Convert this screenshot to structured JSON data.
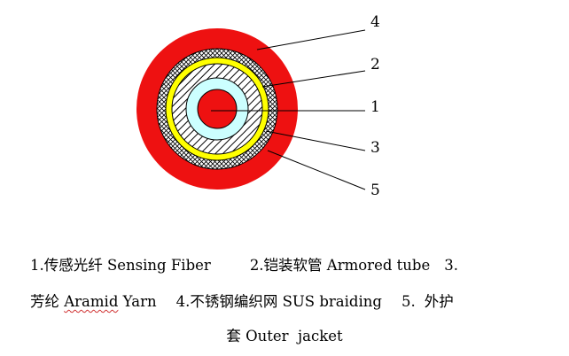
{
  "diagram": {
    "layer_numbers": [
      "4",
      "2",
      "1",
      "3",
      "5"
    ],
    "colors": {
      "outer_jacket": "#ee1111",
      "sus_braiding": "#ffffff",
      "aramid_yarn": "#ffff00",
      "armored_tube": "#ffffff",
      "buffer": "#ccffff",
      "sensing_fiber": "#ee1111",
      "outline": "#000000"
    }
  },
  "caption": {
    "item1": "1.传感光纤 Sensing Fiber",
    "item2": "2.铠装软管 Armored tube",
    "item3_number": "3.",
    "item3_zh": "芳纶",
    "item3_en": "Aramid",
    "item3_en2": "Yarn",
    "item4": "4.不锈钢编织网 SUS braiding",
    "item5_number": "5.",
    "item5_zh": "外护",
    "item5_rest": "套 Outer  jacket"
  }
}
